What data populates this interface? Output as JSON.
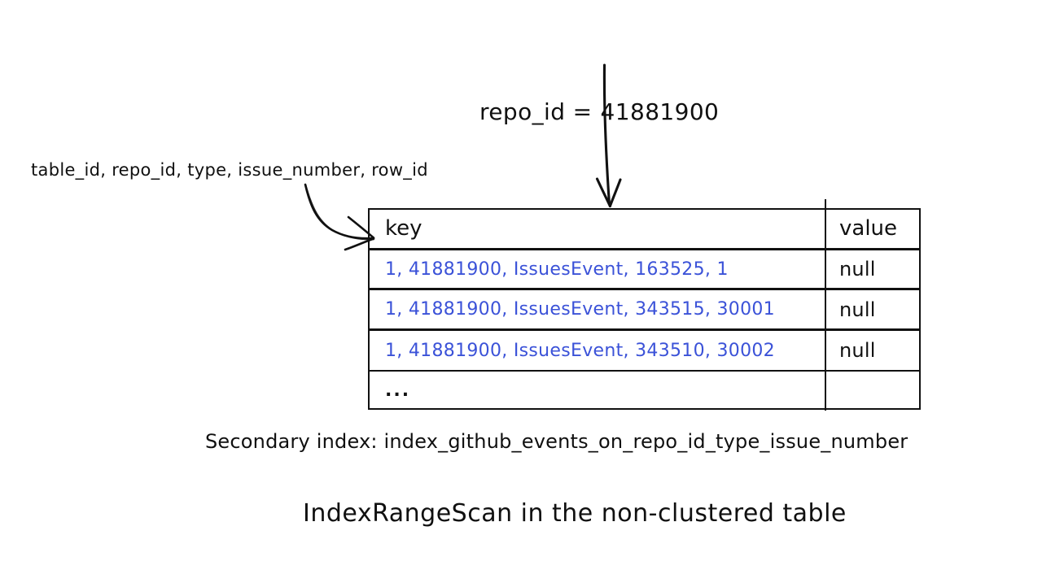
{
  "diagram": {
    "query_label": {
      "predicate": "repo_id =",
      "value": "41881900"
    },
    "index_columns_label": "table_id, repo_id, type, issue_number, row_id",
    "secondary_index_caption": "Secondary index: index_github_events_on_repo_id_type_issue_number",
    "figure_caption": "IndexRangeScan in the non-clustered table",
    "colors": {
      "key_text": "#3b52d8",
      "ink": "#111111",
      "background": "#ffffff"
    }
  },
  "table": {
    "columns": [
      "key",
      "value"
    ],
    "rows": [
      {
        "key": "1, 41881900, IssuesEvent, 163525, 1",
        "value": "null"
      },
      {
        "key": "1, 41881900, IssuesEvent, 343515, 30001",
        "value": "null"
      },
      {
        "key": "1, 41881900, IssuesEvent, 343510, 30002",
        "value": "null"
      },
      {
        "key": "...",
        "value": ""
      }
    ]
  }
}
